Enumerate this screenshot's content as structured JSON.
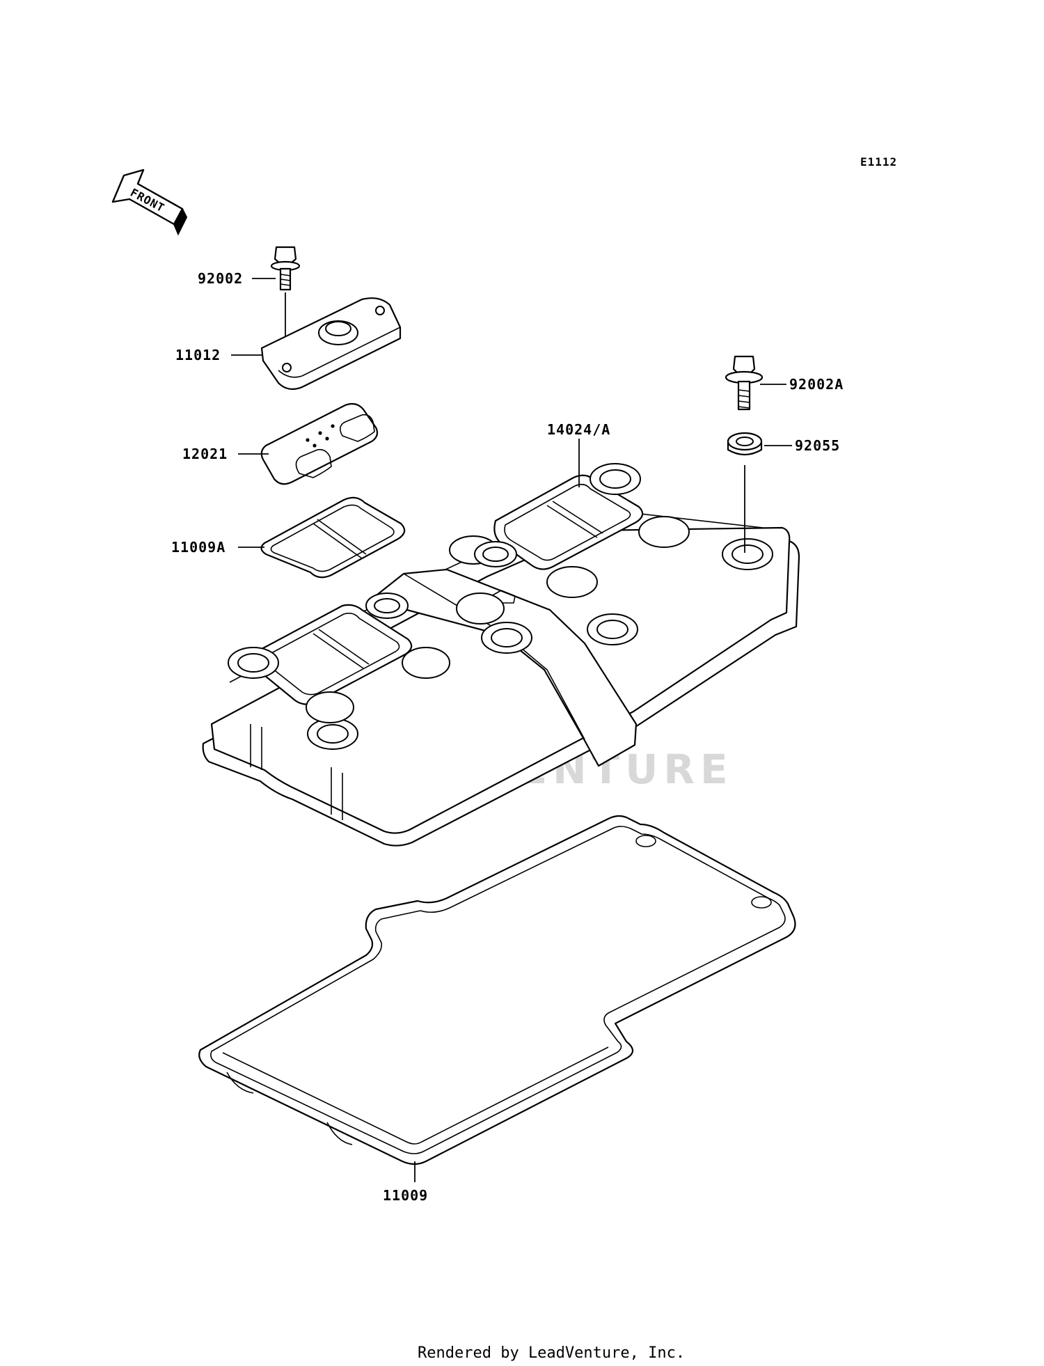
{
  "diagram_code": "E1112",
  "front_label": "FRONT",
  "watermark": "LEADVENTURE",
  "footer": "Rendered by LeadVenture, Inc.",
  "callouts": {
    "bolt_top": "92002",
    "plug_cover": "11012",
    "plate": "12021",
    "gasket_small": "11009A",
    "head_cover": "14024/A",
    "bolt_right": "92002A",
    "washer": "92055",
    "gasket_main": "11009"
  }
}
